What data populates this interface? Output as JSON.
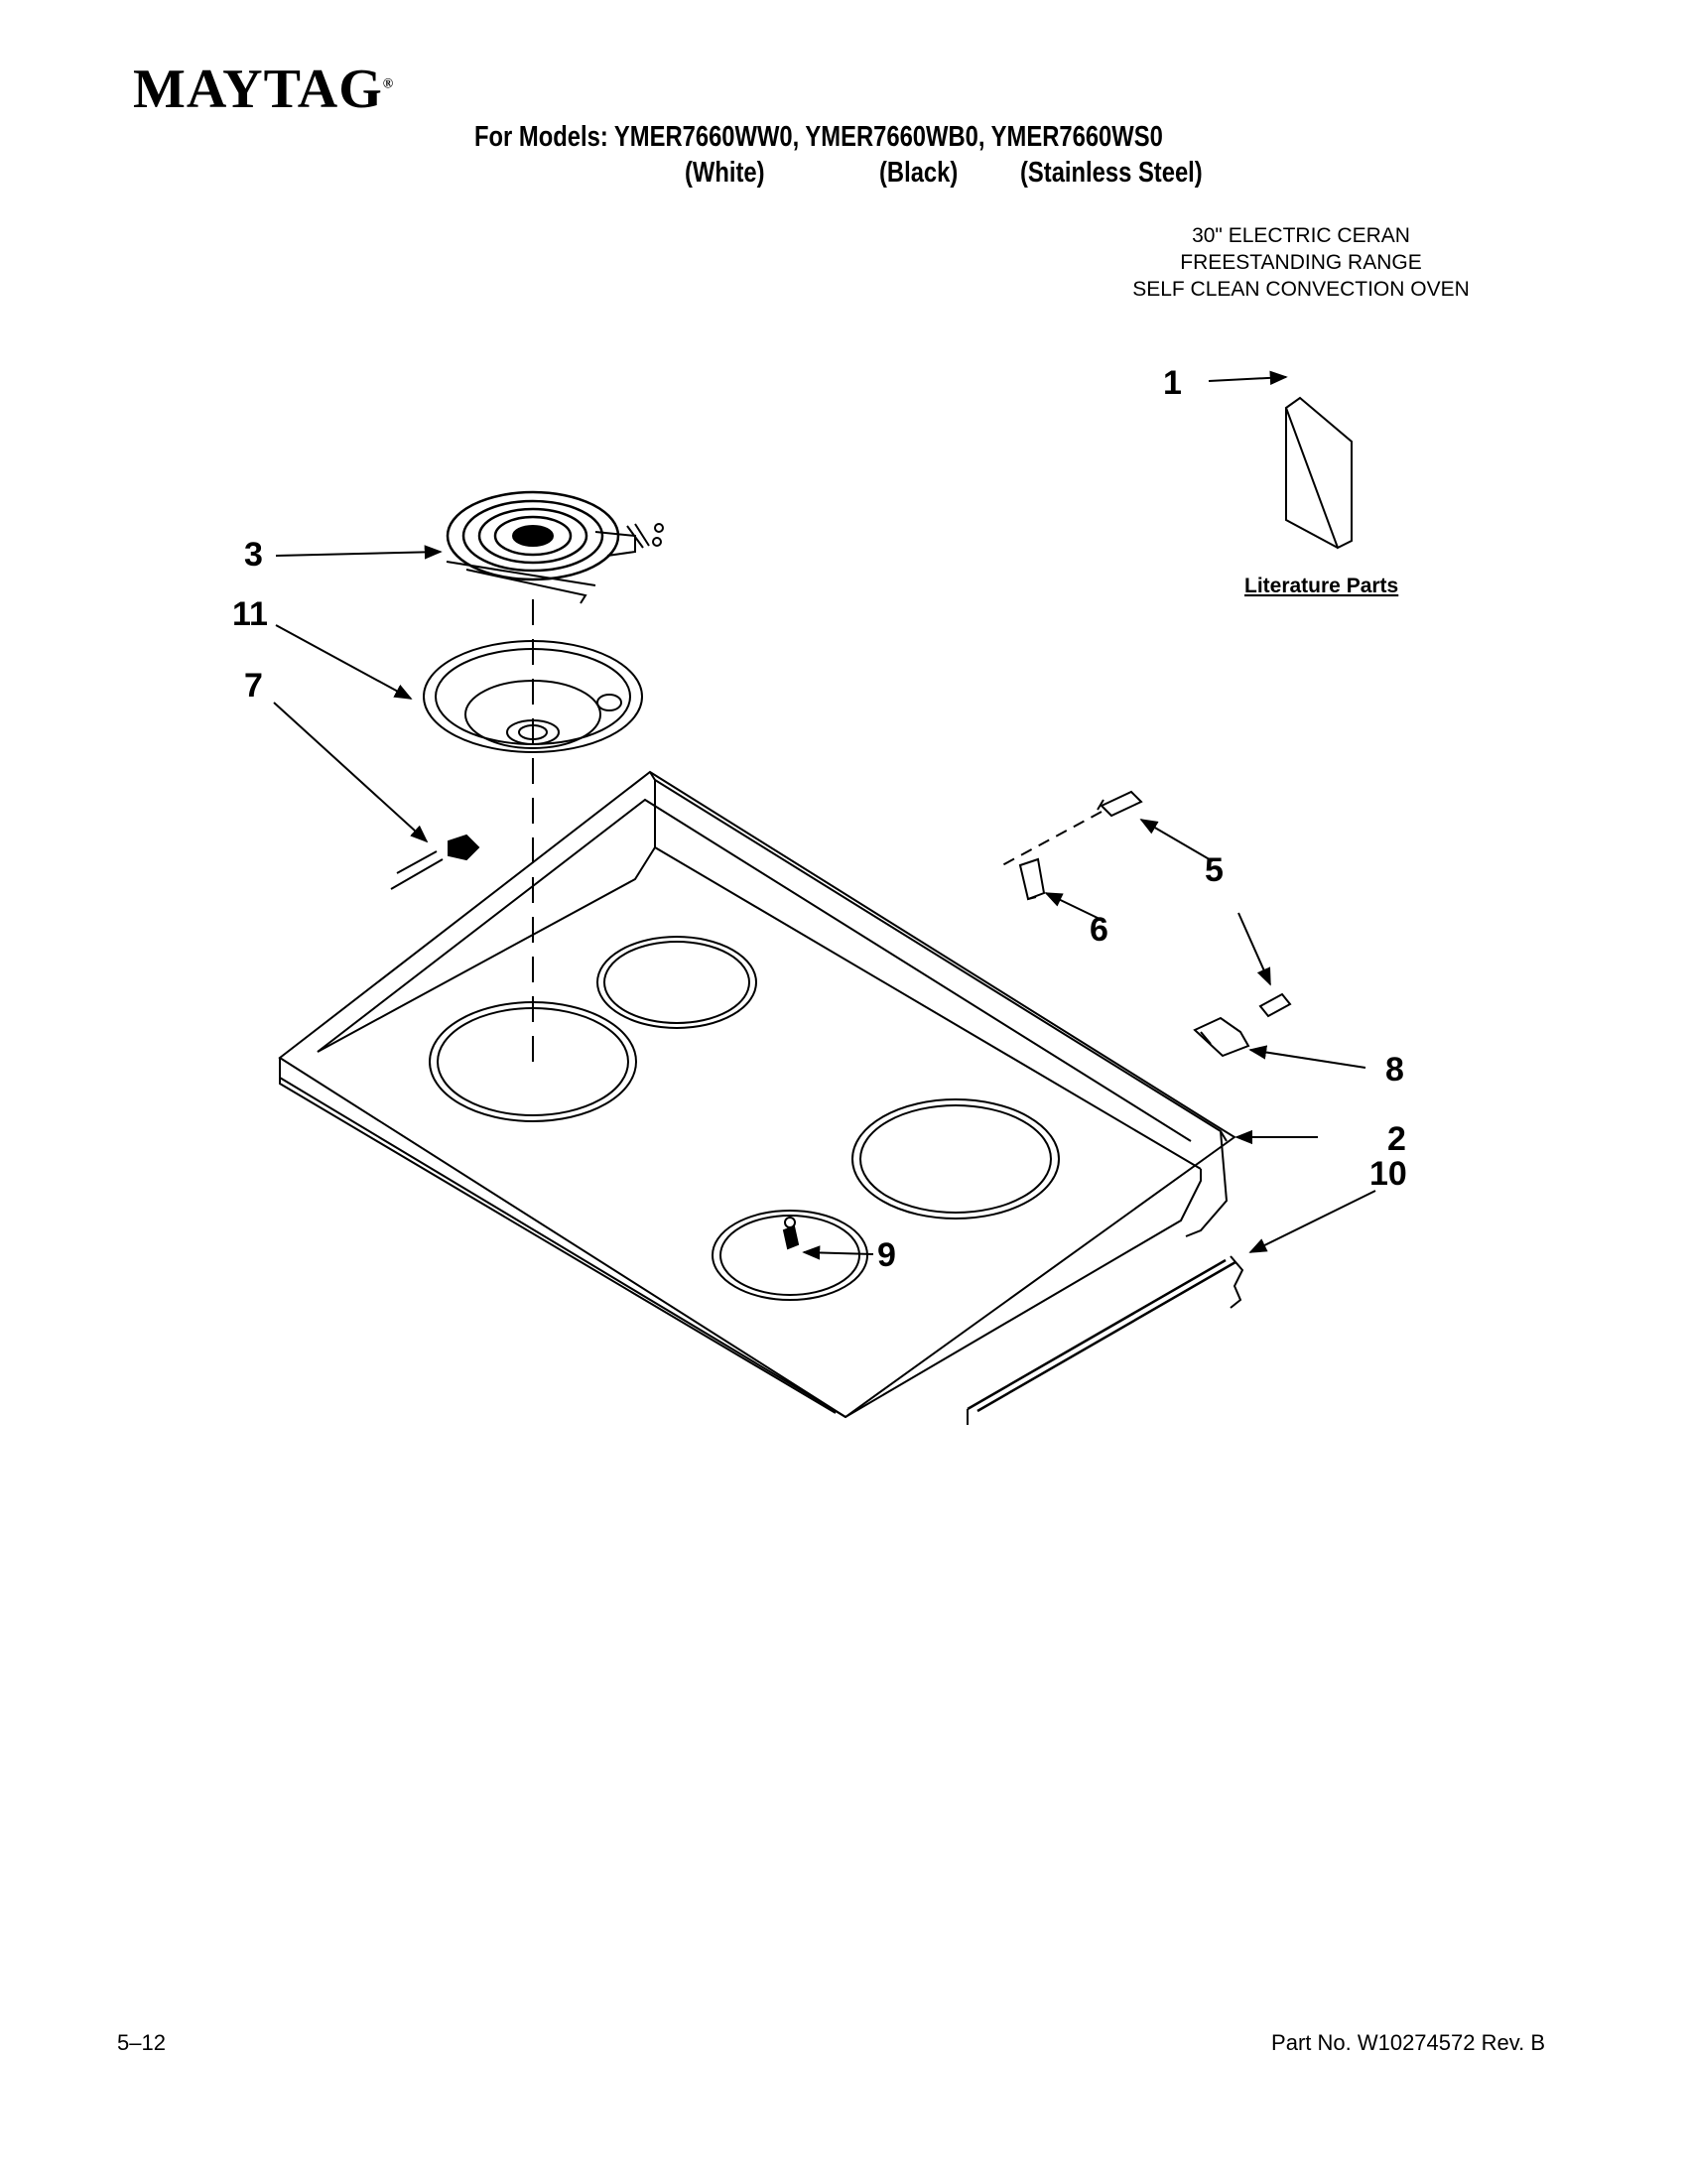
{
  "brand": "MAYTAG",
  "brand_mark": "®",
  "header": {
    "models_line": "For Models: YMER7660WW0, YMER7660WB0, YMER7660WS0",
    "variants": [
      "(White)",
      "(Black)",
      "(Stainless Steel)"
    ]
  },
  "description": [
    "30\" ELECTRIC CERAN",
    "FREESTANDING RANGE",
    "SELF CLEAN CONVECTION OVEN"
  ],
  "literature_label": "Literature Parts",
  "callouts": [
    "1",
    "2",
    "3",
    "5",
    "6",
    "7",
    "8",
    "9",
    "10",
    "11"
  ],
  "footer": {
    "page": "5–12",
    "part_no": "Part No. W10274572 Rev. B"
  },
  "colors": {
    "ink": "#000000",
    "paper": "#ffffff"
  }
}
